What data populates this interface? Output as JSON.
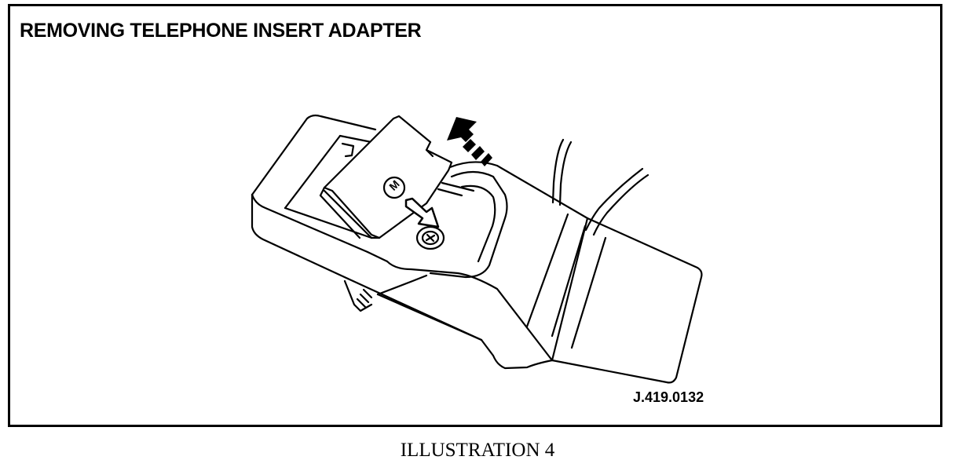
{
  "figure": {
    "title": "REMOVING TELEPHONE INSERT ADAPTER",
    "reference_code": "J.419.0132",
    "caption": "ILLUSTRATION 4",
    "insert_logo_letter": "M",
    "line_color": "#000000",
    "background_color": "#ffffff"
  },
  "callouts": [
    {
      "name": "removal-direction-arrow",
      "shape": "bold arrow with motion bars pointing up-left"
    },
    {
      "name": "release-press-arrow",
      "shape": "open arrow pointing down-right onto release button"
    }
  ]
}
